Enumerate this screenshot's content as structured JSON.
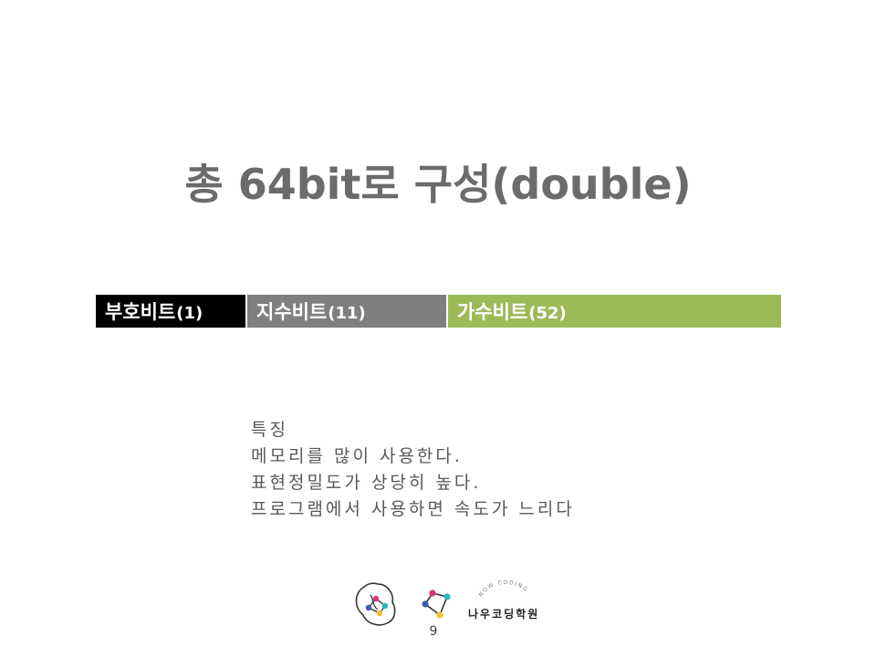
{
  "title": "총 64bit로 구성(double)",
  "bit_layout": [
    {
      "name": "부호비트",
      "count": "(1)",
      "color": "#000000"
    },
    {
      "name": "지수비트",
      "count": "(11)",
      "color": "#7f7f7f"
    },
    {
      "name": "가수비트",
      "count": "(52)",
      "color": "#9bbb59"
    }
  ],
  "features": {
    "heading": "특징",
    "lines": [
      "메모리를 많이 사용한다.",
      "표현정밀도가 상당히 높다.",
      "프로그램에서 사용하면 속도가 느리다"
    ]
  },
  "brand": {
    "arc_text": "NOW CODING",
    "name": "나우코딩학원"
  },
  "page_number": "9"
}
